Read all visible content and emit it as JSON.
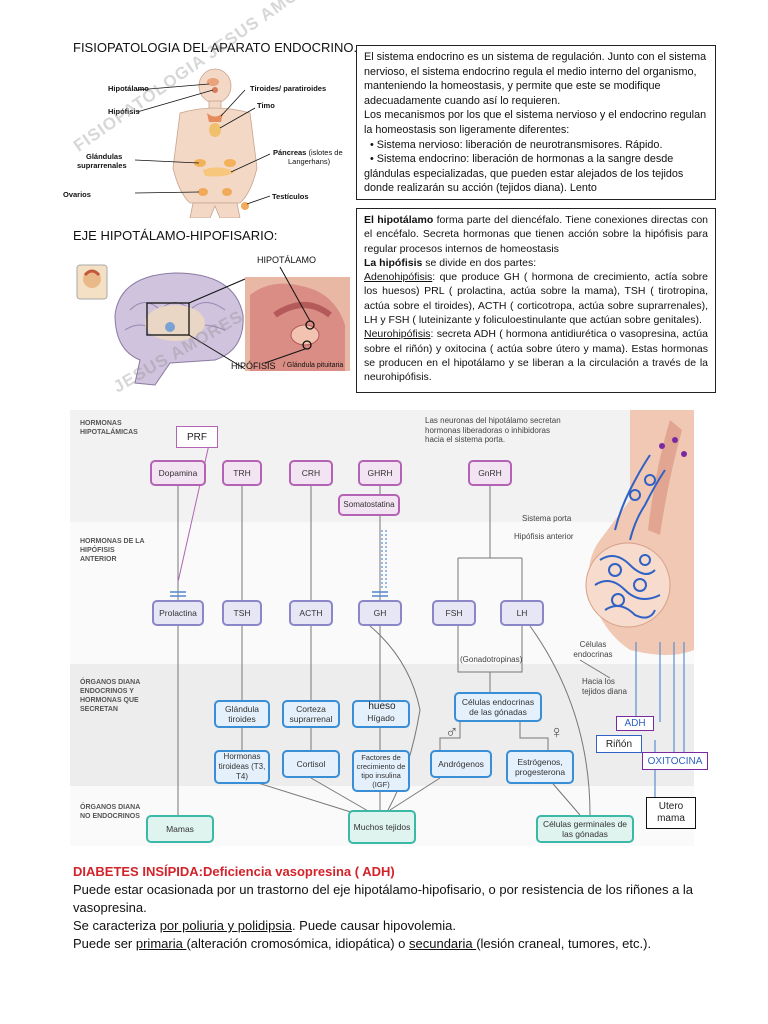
{
  "header": {
    "title": "FISIOPATOLOGIA DEL APARATO ENDOCRINO.",
    "subtitle": "EJE HIPOTÁLAMO-HIPOFISARIO:"
  },
  "watermark": {
    "text1": "FISIOPATOLOGIA JESUS AMORES",
    "text2": "JESUS AMORES"
  },
  "anatomy_labels": {
    "hipotalamo": "Hipotálamo",
    "hipofisis": "Hipófisis",
    "tiroides": "Tiroides/ paratiroides",
    "timo": "Timo",
    "glandulas_1": "Glándulas",
    "glandulas_2": "suprarrenales",
    "pancreas_1": "Páncreas",
    "pancreas_2": "(islotes de",
    "pancreas_3": "Langerhans)",
    "ovarios": "Ovarios",
    "testiculos": "Testículos"
  },
  "brain_labels": {
    "hipotalamo": "HIPOTÁLAMO",
    "hipofisis": "HIPÓFISIS",
    "glandula": "/ Glándula pituitaria"
  },
  "box1": {
    "lines": [
      "El sistema endocrino es un sistema de regulación. Junto con el sistema",
      "nervioso, el sistema endocrino regula el medio interno del organismo,",
      "manteniendo la homeostasis, y permite que este se modifique",
      "adecuadamente cuando así lo requieren.",
      "Los mecanismos por los que el sistema nervioso y el endocrino regulan",
      "la homeostasis son ligeramente diferentes:",
      "• Sistema nervioso: liberación de neurotransmisores. Rápido.",
      "• Sistema endocrino: liberación de hormonas a la sangre desde",
      "glándulas especializadas, que pueden estar alejados de los tejidos",
      "donde realizarán su acción (tejidos diana). Lento"
    ]
  },
  "box2": {
    "p1_bold": "El hipotálamo",
    "p1_rest": " forma parte del diencéfalo. Tiene conexiones directas con el encéfalo. Secreta hormonas que tienen acción sobre la hipófisis para regular procesos internos de homeostasis",
    "p2_bold": "La hipófisis",
    "p2_rest": " se divide en dos partes:",
    "adeno_label": "Adenohipófisis",
    "adeno_text": ": que produce GH ( hormona de crecimiento, actía sobre los huesos) PRL ( prolactina, actúa sobre la mama), TSH ( tirotropina, actúa sobre el tiroides), ACTH ( corticotropa, actúa sobre suprarrenales), LH y FSH ( luteinizante y foliculoestinulante que actúan sobre genitales).",
    "neuro_label": "Neurohipófisis",
    "neuro_text": ": secreta ADH ( hormona antidiurética o vasopresina, actúa sobre el riñón) y oxitocina ( actúa sobre útero y mama). Estas hormonas se producen en el hipotálamo y se liberan a la circulación a través de la neurohipófisis."
  },
  "diagram": {
    "sections": {
      "s1": "Hormonas hipotalámicas",
      "s2": "Hormonas de la hipófisis anterior",
      "s3": "Órganos diana endocrinos y hormonas que secretan",
      "s4": "Órganos diana no endocrinos"
    },
    "neuron_note": "Las neuronas del hipotálamo secretan hormonas liberadoras o inhibidoras hacia el sistema porta.",
    "sistema_porta": "Sistema porta",
    "hipofisis_anterior": "Hipófisis anterior",
    "celulas_endocrinas": "Células endocrinas",
    "hacia_tejidos": "Hacia los tejidos diana",
    "gonadotropinas": "(Gonadotropinas)",
    "hypo": [
      "Dopamina",
      "TRH",
      "CRH",
      "GHRH",
      "GnRH"
    ],
    "somatostatina": "Somatostatina",
    "ant": [
      "Prolactina",
      "TSH",
      "ACTH",
      "GH",
      "FSH",
      "LH"
    ],
    "targets": [
      "Glándula tiroides",
      "Corteza suprarrenal",
      "Hígado",
      "Células endocrinas de las gónadas"
    ],
    "hormones": [
      "Hormonas tiroideas (T3, T4)",
      "Cortisol",
      "Factores de crecimiento de tipo insulina (IGF)",
      "Andrógenos",
      "Estrógenos, progesterona"
    ],
    "nonendo": [
      "Mamas",
      "Muchos tejidos",
      "Células germinales de las gónadas"
    ],
    "male_symbol": "♂",
    "female_symbol": "♀"
  },
  "annotations": {
    "prf": "PRF",
    "hueso": "hueso",
    "adh": "ADH",
    "rinon": "Riñón",
    "oxitocina": "OXITOCINA",
    "utero": "Utero",
    "mama": "mama"
  },
  "bottom": {
    "heading": "DIABETES INSÍPIDA:Deficiencia vasopresina ( ADH)",
    "line1": "Puede estar ocasionada por un trastorno del eje hipotálamo-hipofisario, o por resistencia de los riñones a la",
    "line2": "vasopresina.",
    "line3a": "Se caracteriza ",
    "line3b": "por poliuria y polidipsia",
    "line3c": ". Puede causar hipovolemia.",
    "line4a": "Puede ser ",
    "line4b": "primaria ",
    "line4c": "(alteración cromosómica, idiopática) o ",
    "line4d": "secundaria ",
    "line4e": "(lesión craneal, tumores, etc.)."
  },
  "colors": {
    "heading_red": "#d2232a",
    "hypo_purple": "#b463b4",
    "ant_lavender": "#8a86c8",
    "target_blue": "#3a8ed6",
    "nonendo_teal": "#3ab9a6"
  }
}
